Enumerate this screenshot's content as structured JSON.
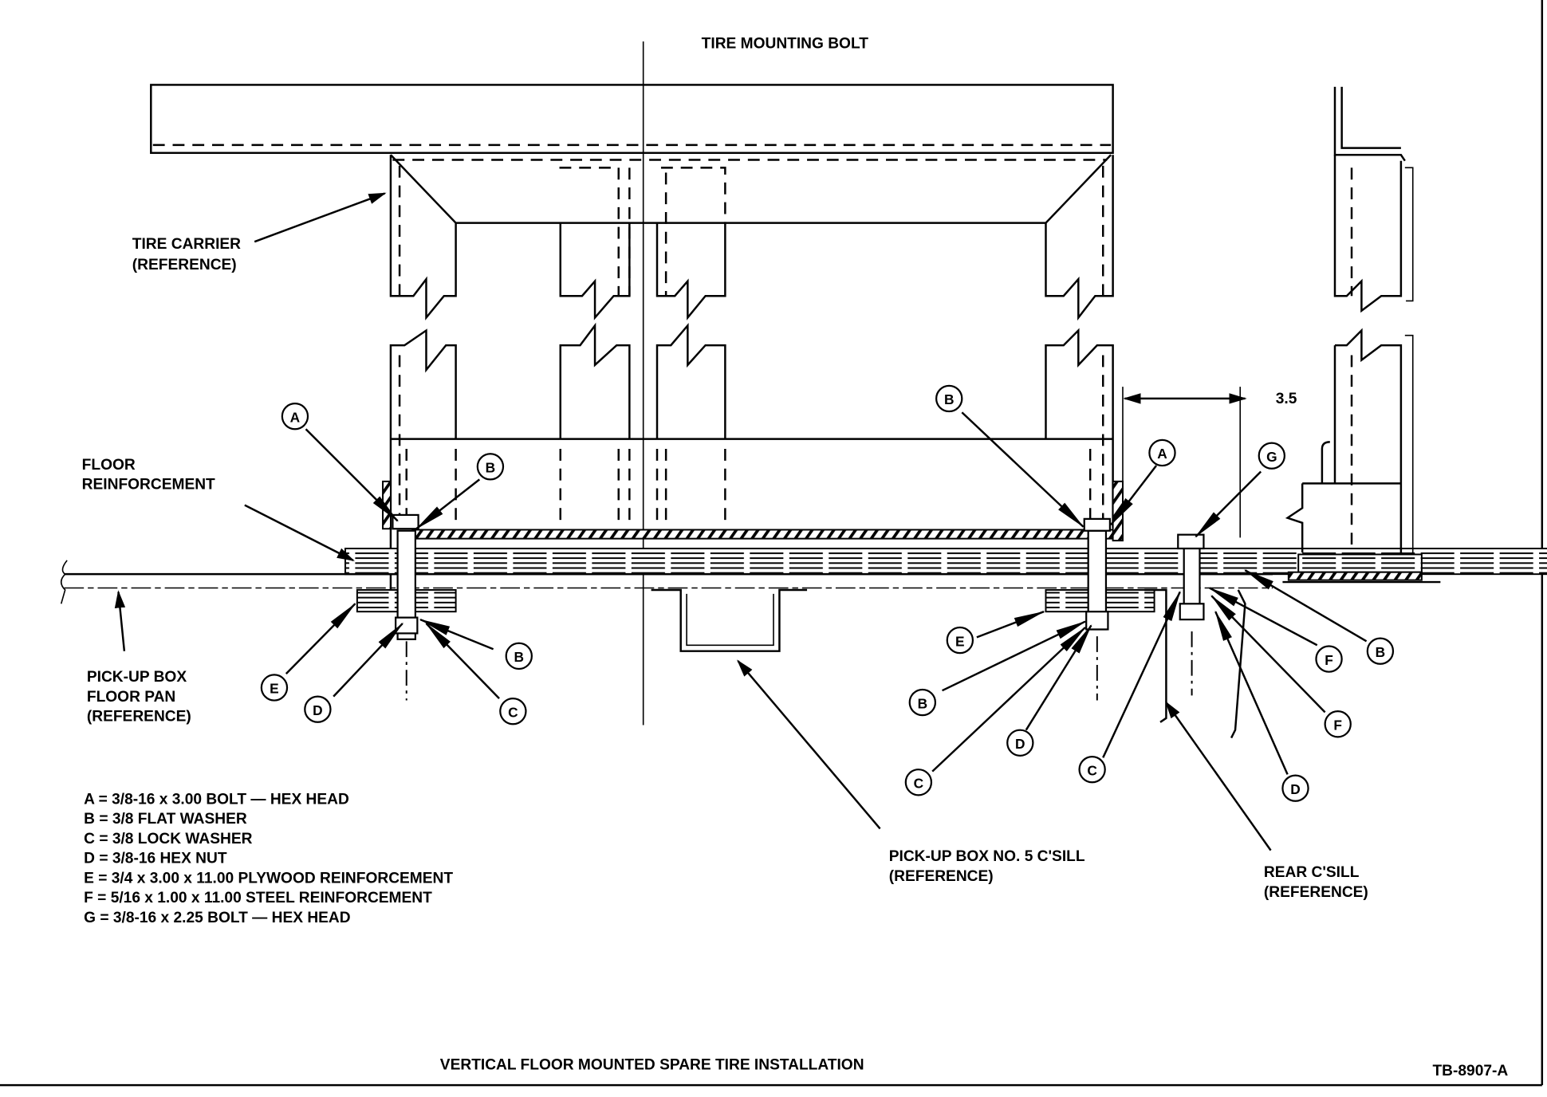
{
  "figure": {
    "title": "VERTICAL FLOOR MOUNTED SPARE TIRE INSTALLATION",
    "figure_id": "TB-8907-A",
    "top_label": "TIRE MOUNTING BOLT",
    "dimension": "3.5"
  },
  "labels": {
    "tire_carrier": [
      "TIRE CARRIER",
      "(REFERENCE)"
    ],
    "floor_reinforcement": [
      "FLOOR",
      "REINFORCEMENT"
    ],
    "floor_pan": [
      "PICK-UP BOX",
      "FLOOR PAN",
      "(REFERENCE)"
    ],
    "c_sill": [
      "PICK-UP BOX NO. 5 C'SILL",
      "(REFERENCE)"
    ],
    "rear_c_sill": [
      "REAR C'SILL",
      "(REFERENCE)"
    ]
  },
  "callouts": [
    {
      "letter": "A",
      "group": "left"
    },
    {
      "letter": "B",
      "group": "left"
    },
    {
      "letter": "E",
      "group": "left"
    },
    {
      "letter": "D",
      "group": "left"
    },
    {
      "letter": "B",
      "group": "left"
    },
    {
      "letter": "C",
      "group": "left"
    },
    {
      "letter": "B",
      "group": "middle"
    },
    {
      "letter": "A",
      "group": "middle"
    },
    {
      "letter": "E",
      "group": "middle"
    },
    {
      "letter": "B",
      "group": "middle"
    },
    {
      "letter": "D",
      "group": "middle"
    },
    {
      "letter": "C",
      "group": "middle"
    },
    {
      "letter": "G",
      "group": "right"
    },
    {
      "letter": "C",
      "group": "right"
    },
    {
      "letter": "F",
      "group": "right"
    },
    {
      "letter": "B",
      "group": "right"
    },
    {
      "letter": "F",
      "group": "right"
    },
    {
      "letter": "D",
      "group": "right"
    }
  ],
  "legend": [
    "A = 3/8-16 x 3.00 BOLT — HEX HEAD",
    "B = 3/8 FLAT WASHER",
    "C = 3/8 LOCK WASHER",
    "D = 3/8-16 HEX NUT",
    "E = 3/4 x 3.00 x 11.00 PLYWOOD REINFORCEMENT",
    "F = 5/16 x 1.00 x 11.00 STEEL REINFORCEMENT",
    "G = 3/8-16 x 2.25 BOLT — HEX HEAD"
  ]
}
